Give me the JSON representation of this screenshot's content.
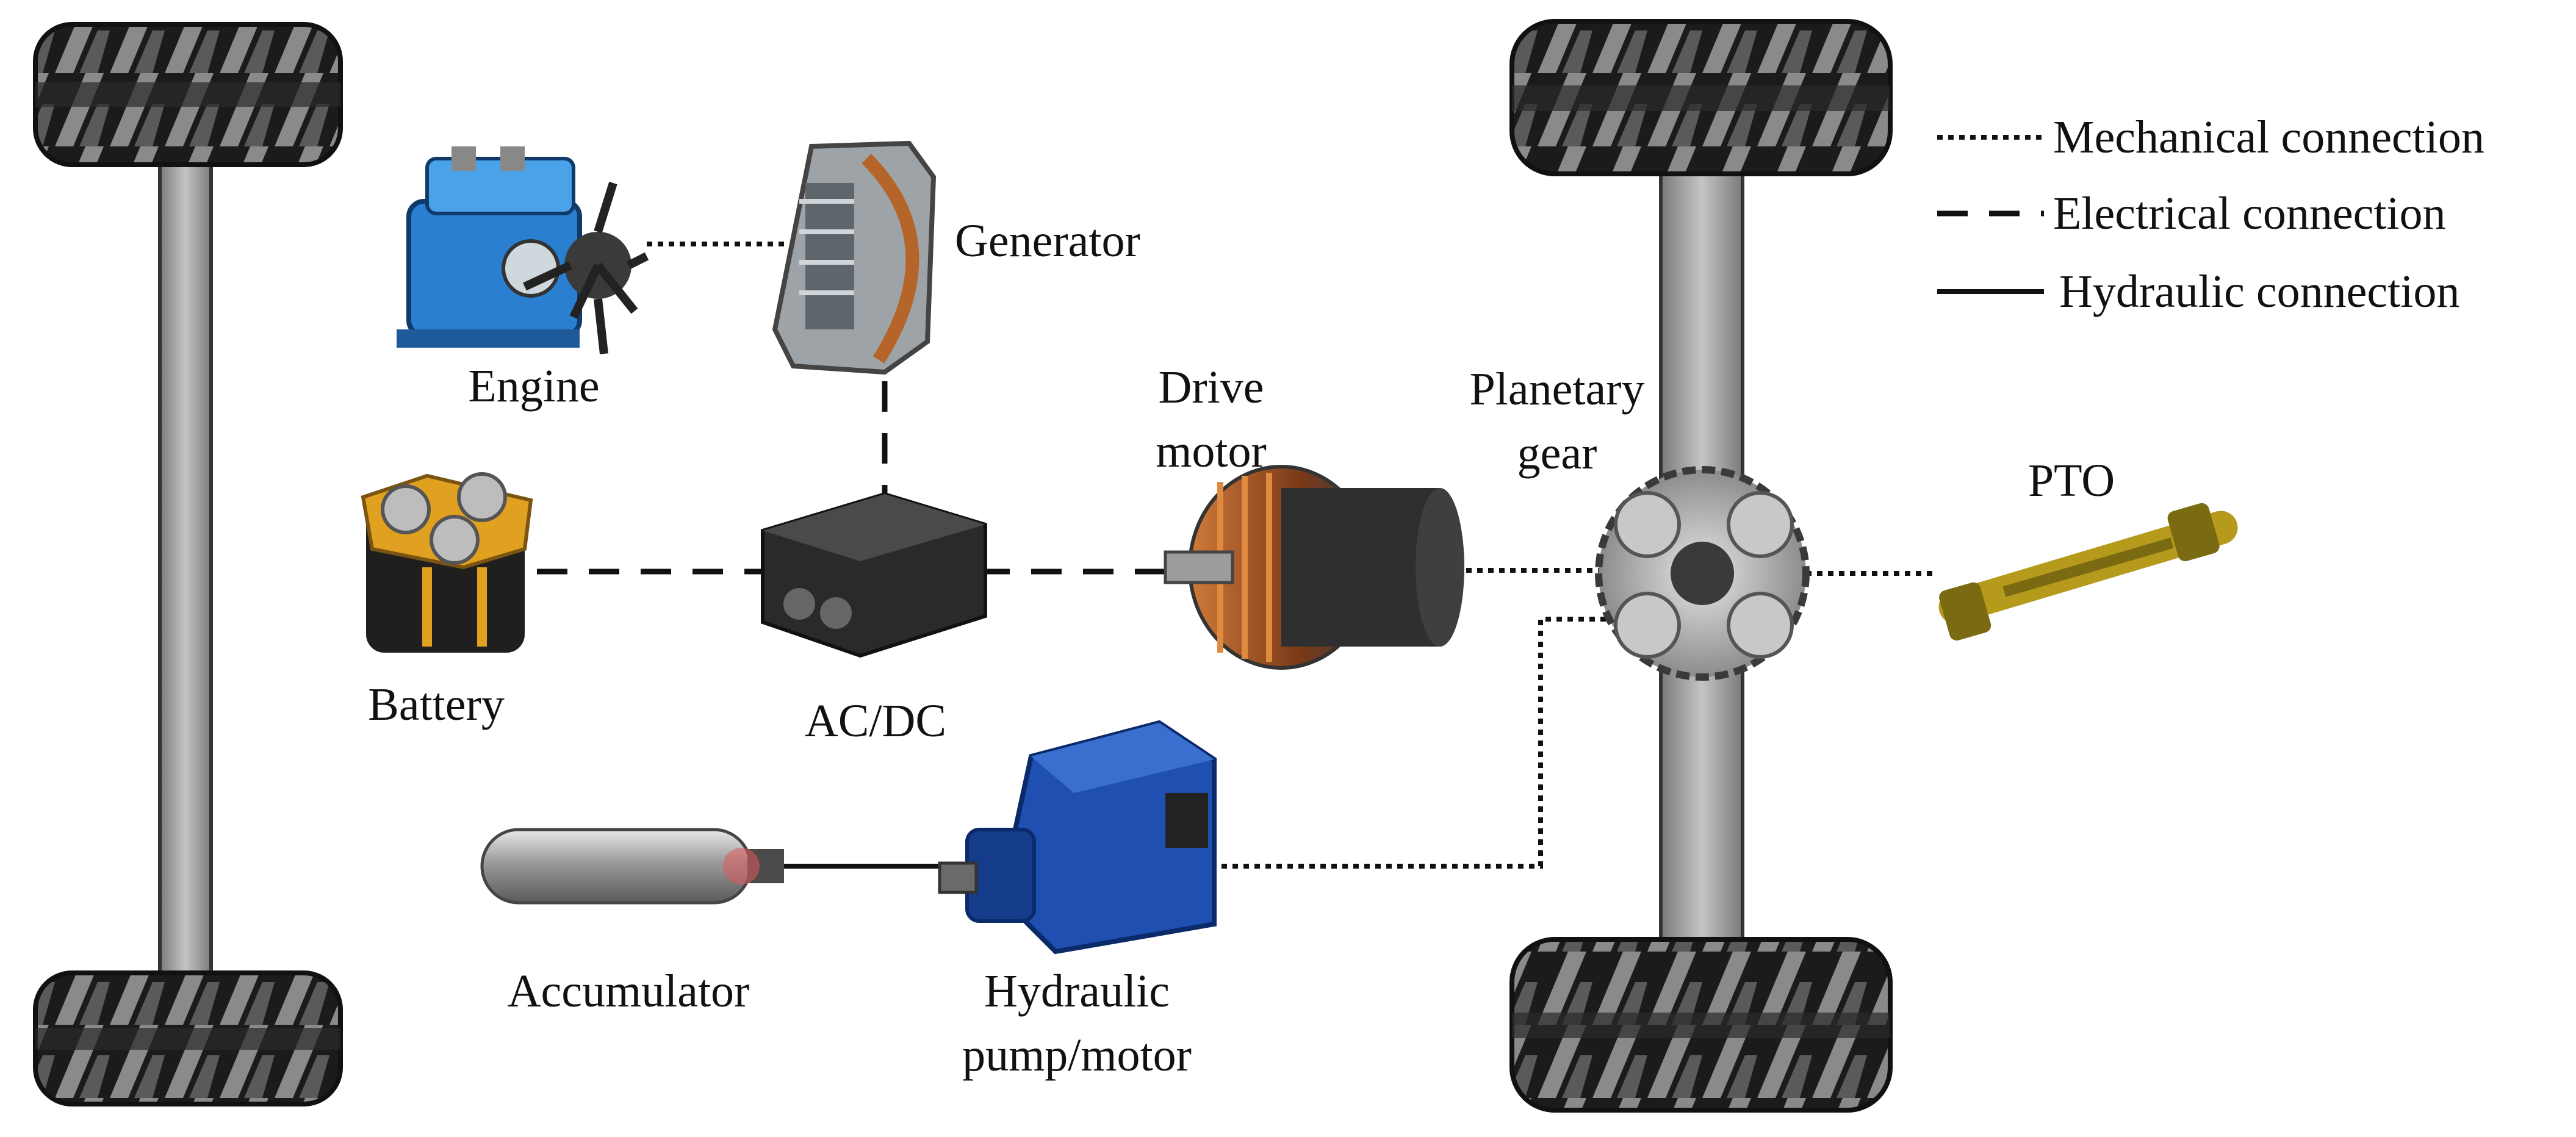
{
  "components": {
    "engine": "Engine",
    "generator": "Generator",
    "battery": "Battery",
    "acdc": "AC/DC",
    "drive_motor": [
      "Drive",
      "motor"
    ],
    "planetary_gear": [
      "Planetary",
      "gear"
    ],
    "pto": "PTO",
    "accumulator": "Accumulator",
    "hydraulic_pump": [
      "Hydraulic",
      "pump/motor"
    ]
  },
  "legend": {
    "mechanical": "Mechanical connection",
    "electrical": "Electrical connection",
    "hydraulic": "Hydraulic connection"
  },
  "colors": {
    "engine_blue": "#2a7fd0",
    "pump_blue": "#1f4fb0",
    "battery_gold": "#e0a020",
    "pto_olive": "#b59a1c",
    "motor_copper": "#c2662a",
    "tire_dark": "#1e1e1e",
    "axle_gray": "#a8a8a8"
  }
}
